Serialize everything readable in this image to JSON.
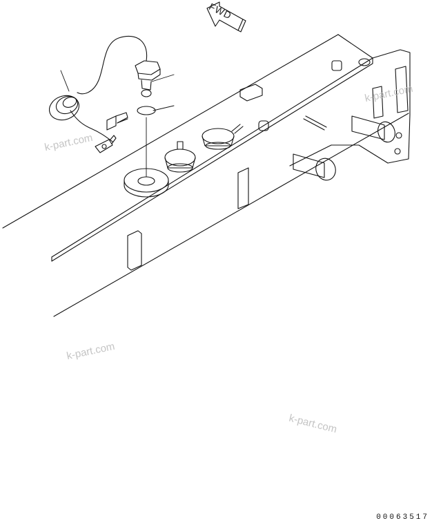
{
  "fwd_arrow": {
    "label": "FWD"
  },
  "watermarks": [
    "k-part.com",
    "k-part.com",
    "k-part.com",
    "k-part.com"
  ],
  "reference_code": "00063517"
}
